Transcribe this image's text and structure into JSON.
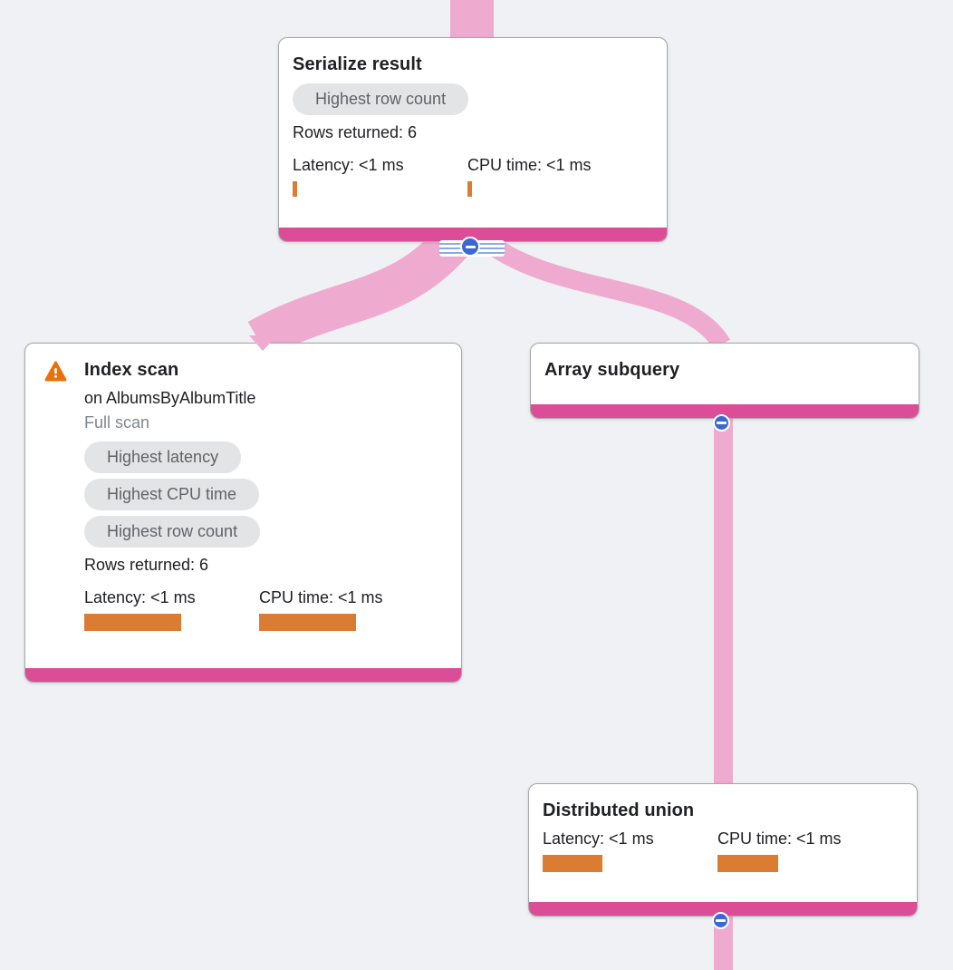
{
  "colors": {
    "background": "#f0f1f4",
    "edge": "#eeabcf",
    "accent_bar": "#db4d96",
    "metric_bar": "#db7c33",
    "warning": "#e8710a",
    "collapse_button": "#3b68d3",
    "badge_bg": "#e3e4e6",
    "badge_text": "#5f6368",
    "muted_text": "#80868b"
  },
  "nodes": {
    "serialize_result": {
      "title": "Serialize result",
      "badges": [
        "Highest row count"
      ],
      "rows_returned": "Rows returned: 6",
      "latency": "Latency: <1 ms",
      "cpu_time": "CPU time: <1 ms"
    },
    "index_scan": {
      "title": "Index scan",
      "subtitle": "on AlbumsByAlbumTitle",
      "scan_type": "Full scan",
      "badges": [
        "Highest latency",
        "Highest CPU time",
        "Highest row count"
      ],
      "rows_returned": "Rows returned: 6",
      "latency": "Latency: <1 ms",
      "cpu_time": "CPU time: <1 ms"
    },
    "array_subquery": {
      "title": "Array subquery"
    },
    "distributed_union": {
      "title": "Distributed union",
      "latency": "Latency: <1 ms",
      "cpu_time": "CPU time: <1 ms"
    }
  },
  "bars": {
    "serialize_latency": 5,
    "serialize_cpu": 5,
    "index_latency": 107,
    "index_cpu": 107,
    "union_latency": 66,
    "union_cpu": 67
  }
}
